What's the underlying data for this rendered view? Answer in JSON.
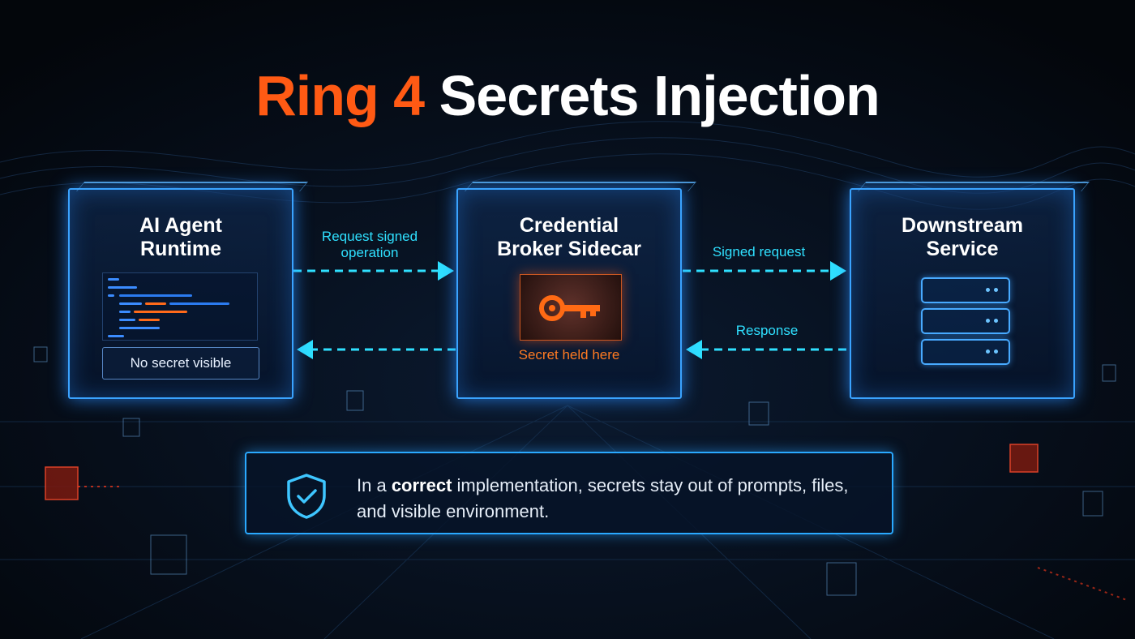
{
  "title": {
    "accent": "Ring 4",
    "rest": " Secrets Injection"
  },
  "nodes": {
    "agent": {
      "title_line1": "AI Agent",
      "title_line2": "Runtime",
      "status": "No secret visible"
    },
    "broker": {
      "title_line1": "Credential",
      "title_line2": "Broker Sidecar",
      "status": "Secret held here"
    },
    "service": {
      "title_line1": "Downstream",
      "title_line2": "Service"
    }
  },
  "arrows": {
    "request_line1": "Request signed",
    "request_line2": "operation",
    "signed": "Signed request",
    "response": "Response"
  },
  "note": {
    "prefix": "In a ",
    "emphasis": "correct",
    "suffix": " implementation, secrets stay out of prompts, files, and visible environment."
  },
  "colors": {
    "accent_orange": "#ff5a14",
    "cyan": "#2fe0ff",
    "blue_glow": "#3aa3ff"
  },
  "icons": [
    "key-icon",
    "server-icon",
    "shield-check-icon",
    "code-lines-icon"
  ]
}
